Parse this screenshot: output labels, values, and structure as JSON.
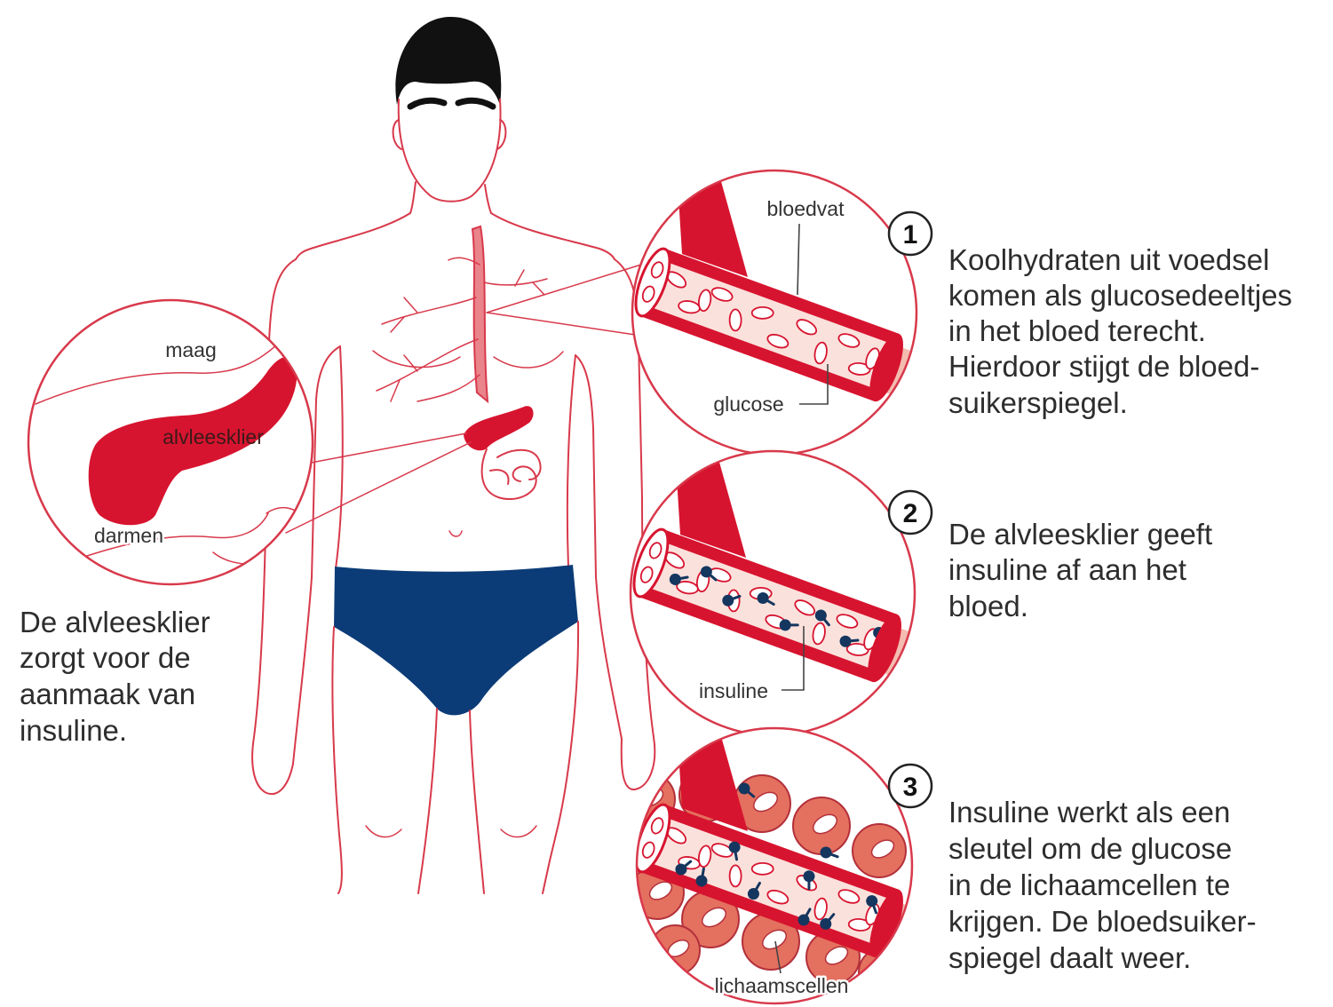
{
  "colors": {
    "vessel_red": "#d7142f",
    "outline_red": "#d8394b",
    "plasma_pink": "#fbe1dc",
    "plasma_extension": "#f4bcb1",
    "cell_salmon": "#e4705f",
    "briefs_navy": "#0c3c77",
    "insulin_navy": "#14365f",
    "hair_black": "#111111",
    "text": "#2d2d2d"
  },
  "pancreas_detail": {
    "labels": {
      "stomach": "maag",
      "pancreas": "alvleesklier",
      "intestines": "darmen"
    },
    "caption": [
      "De alvleesklier",
      "zorgt voor de",
      "aanmaak van",
      "insuline."
    ]
  },
  "steps": [
    {
      "number": "1",
      "labels": {
        "vessel": "bloedvat",
        "glucose": "glucose"
      },
      "text": [
        "Koolhydraten uit voedsel",
        "komen als glucosedeeltjes",
        "in het bloed terecht.",
        "Hierdoor stijgt de bloed-",
        "suikerspiegel."
      ]
    },
    {
      "number": "2",
      "labels": {
        "insulin": "insuline"
      },
      "text": [
        "De alvleesklier geeft",
        "insuline af aan het",
        "bloed."
      ]
    },
    {
      "number": "3",
      "labels": {
        "cells": "lichaamscellen"
      },
      "text": [
        "Insuline werkt als een",
        "sleutel om de glucose",
        "in de lichaamcellen te",
        "krijgen. De bloedsuiker-",
        "spiegel daalt weer."
      ]
    }
  ]
}
